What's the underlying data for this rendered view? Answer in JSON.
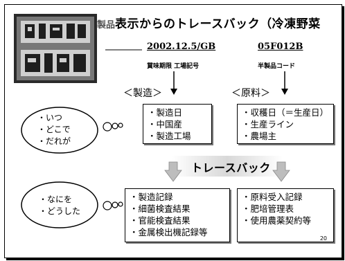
{
  "title": {
    "prefix": "製品",
    "main": "表示からのトレースバック（冷凍野菜"
  },
  "package_label": {
    "date_code": "2002.12.5/GB",
    "product_code": "05F012B",
    "date_caption": "賞味期限 工場記号",
    "product_caption": "半製品コード"
  },
  "sections": {
    "manufacturing": "＜製造＞",
    "raw_material": "＜原料＞"
  },
  "manufacturing_info": [
    "・製造日",
    "・中国産",
    "・製造工場"
  ],
  "raw_info": [
    "・収穫日（＝生産日）",
    "・生産ライン",
    "・農場主"
  ],
  "clouds": {
    "top": [
      "・いつ",
      "・どこで",
      "・だれが"
    ],
    "bottom": [
      "・なにを",
      "・どうした"
    ]
  },
  "traceback_label": "トレースバック",
  "manufacturing_records": [
    "・製造記録",
    "・細菌検査結果",
    "・官能検査結果",
    "・金属検出機記録等"
  ],
  "raw_records": [
    "・原料受入記録",
    "・肥培管理表",
    "・使用農薬契約等"
  ],
  "page_number": "20"
}
